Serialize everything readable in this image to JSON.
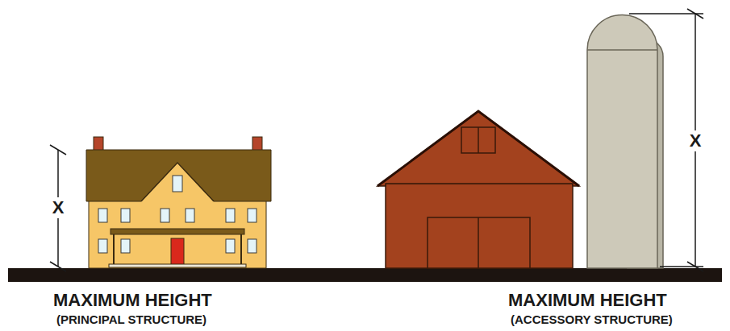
{
  "diagram": {
    "labels": [
      "X",
      "X",
      "MAXIMUM HEIGHT",
      "(PRINCIPAL STRUCTURE)",
      "MAXIMUM HEIGHT",
      "(ACCESSORY STRUCTURE)"
    ]
  }
}
